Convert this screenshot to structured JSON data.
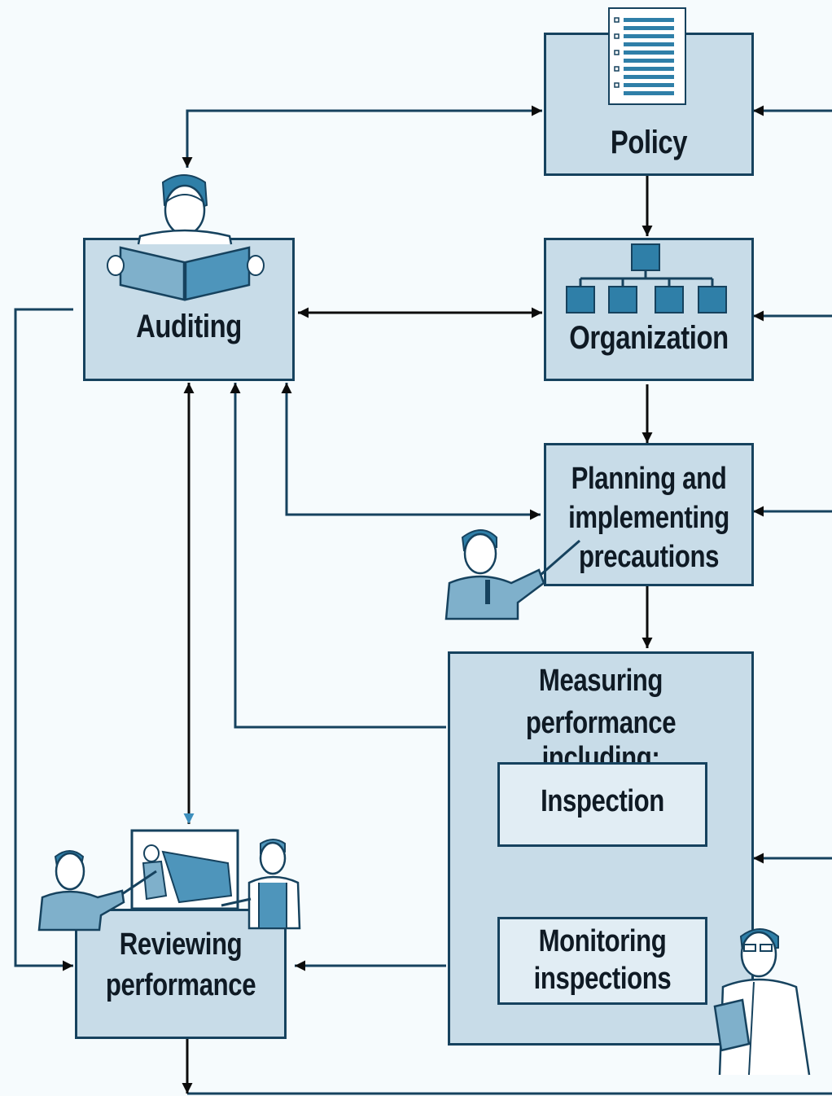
{
  "diagram": {
    "nodes": {
      "policy": "Policy",
      "organization": "Organization",
      "planning_line1": "Planning and",
      "planning_line2": "implementing",
      "planning_line3": "precautions",
      "auditing": "Auditing",
      "measuring_line1": "Measuring",
      "measuring_line2": "performance including:",
      "inspection": "Inspection",
      "monitoring_line1": "Monitoring",
      "monitoring_line2": "inspections",
      "reviewing_line1": "Reviewing",
      "reviewing_line2": "performance"
    },
    "colors": {
      "box_fill": "#c8dce8",
      "inner_box_fill": "#e1edf4",
      "line": "#16425e",
      "icon_accent": "#2f7fa8"
    },
    "icons": [
      "policy-document-icon",
      "org-chart-icon",
      "person-reading-icon",
      "person-pointing-icon",
      "person-clipboard-icon",
      "workers-inspecting-icon"
    ]
  }
}
